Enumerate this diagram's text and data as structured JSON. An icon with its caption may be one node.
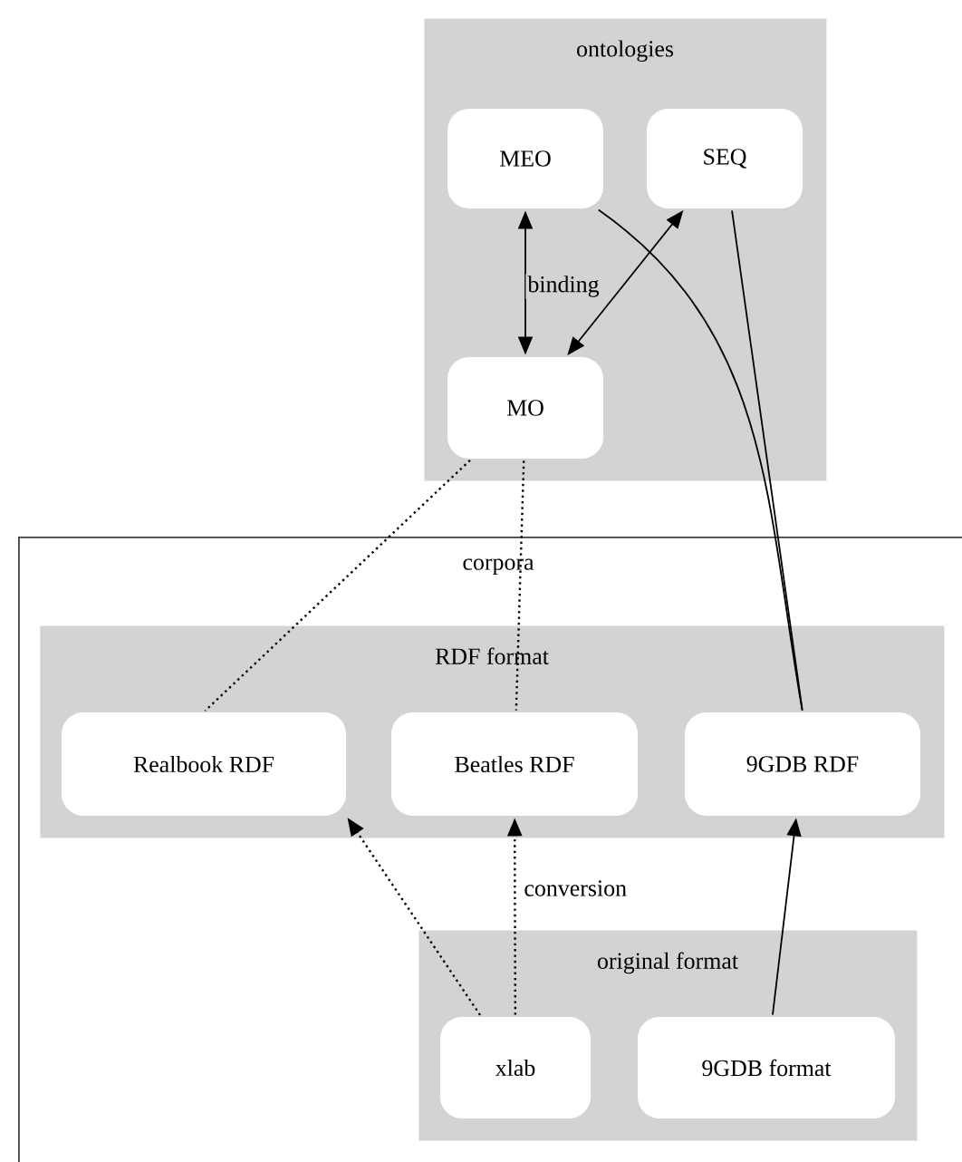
{
  "diagram": {
    "nodes": [
      {
        "text": [
          "ontologies"
        ]
      },
      {
        "text": [
          "MEO"
        ],
        "in": 0
      },
      {
        "text": [
          "SEQ"
        ],
        "in": 0
      },
      {
        "text": [
          "MO"
        ],
        "in": 0
      },
      {
        "text": [
          "corpora"
        ]
      },
      {
        "text": [
          "RDF format"
        ],
        "in": 4
      },
      {
        "text": [
          "Realbook RDF"
        ],
        "in": 5
      },
      {
        "text": [
          "Beatles RDF"
        ],
        "in": 5
      },
      {
        "text": [
          "9GDB RDF"
        ],
        "in": 5
      },
      {
        "text": [
          "original format"
        ],
        "in": 4
      },
      {
        "text": [
          "xlab"
        ],
        "in": 9
      },
      {
        "text": [
          "9GDB format"
        ],
        "in": 9
      }
    ],
    "edges": [
      {
        "from": 1,
        "to": 3,
        "arrow": "both",
        "label": "binding"
      },
      {
        "from": 2,
        "to": 3,
        "arrow": "both"
      },
      {
        "from": 3,
        "to": 6,
        "arrow": "none",
        "style": "dashed"
      },
      {
        "from": 3,
        "to": 7,
        "arrow": "none",
        "style": "dashed"
      },
      {
        "from": 1,
        "to": 8,
        "arrow": "none"
      },
      {
        "from": 2,
        "to": 8,
        "arrow": "none"
      },
      {
        "from": 10,
        "to": 6,
        "arrow": "to",
        "style": "dashed"
      },
      {
        "from": 10,
        "to": 7,
        "arrow": "to",
        "style": "dashed",
        "label": "conversion"
      },
      {
        "from": 11,
        "to": 8,
        "arrow": "to"
      }
    ]
  }
}
